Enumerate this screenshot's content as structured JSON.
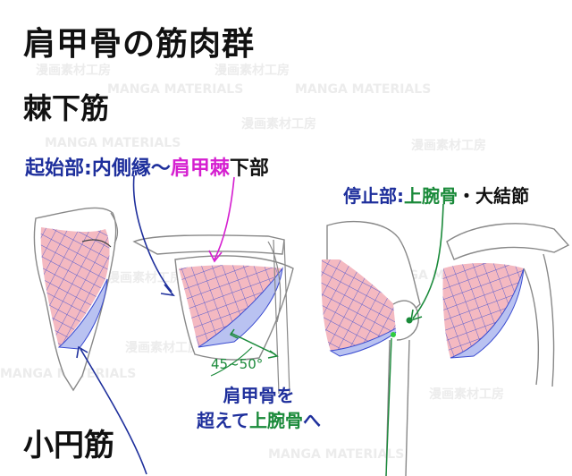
{
  "title": "肩甲骨の筋肉群",
  "section_infraspinatus": "棘下筋",
  "section_teres_minor": "小円筋",
  "origin": {
    "label": "起始部",
    "colon": ":",
    "part1": "内側縁〜",
    "part2": "肩甲棘",
    "part3": "下部"
  },
  "insertion": {
    "label": "停止部",
    "colon": ":",
    "part1": "上腕骨",
    "part2": "・大結節"
  },
  "angle_label": "45~50°",
  "note": {
    "line1": "肩甲骨を",
    "line2_pre": "超えて",
    "line2_highlight": "上腕骨",
    "line2_post": "へ"
  },
  "watermarks": [
    "漫画素材工房",
    "MANGA MATERIALS"
  ],
  "colors": {
    "navy": "#1e2f9c",
    "magenta": "#d51fd0",
    "green": "#1a8a3a",
    "muscle_pink": "#f4b9c1",
    "muscle_blue": "#b9c2f1",
    "grid_blue": "#3a4bd0"
  }
}
